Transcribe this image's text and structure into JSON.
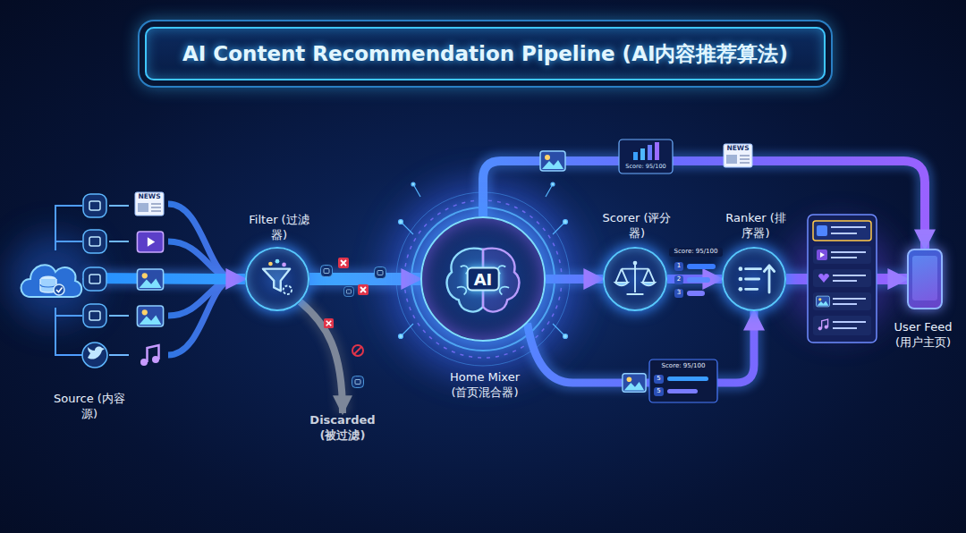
{
  "diagram": {
    "title": "AI Content Recommendation Pipeline (AI内容推荐算法)",
    "nodes": [
      {
        "text": [
          "Source (内容源)"
        ]
      },
      {
        "text": [
          "Filter (过滤器)"
        ]
      },
      {
        "text": [
          "Discarded (被过滤)"
        ]
      },
      {
        "text": [
          "AI",
          "Home Mixer (首页混合器)"
        ]
      },
      {
        "text": [
          "Scorer (评分器)"
        ]
      },
      {
        "text": [
          "Ranker (排序器)"
        ]
      },
      {
        "text": [
          "User Feed (用户主页)"
        ]
      }
    ],
    "edges": [
      {
        "from": 0,
        "to": 1,
        "arrow": "to"
      },
      {
        "from": 1,
        "to": 2,
        "arrow": "to"
      },
      {
        "from": 1,
        "to": 3,
        "arrow": "to"
      },
      {
        "from": 3,
        "to": 4,
        "arrow": "to"
      },
      {
        "from": 4,
        "to": 5,
        "arrow": "to"
      },
      {
        "from": 5,
        "to": 6,
        "arrow": "to"
      },
      {
        "from": 3,
        "to": 6,
        "arrow": "to"
      },
      {
        "from": 3,
        "to": 5,
        "arrow": "to"
      }
    ],
    "labels": [
      "NEWS",
      "NEWS",
      "Score: 95/100",
      "Score: 95/100",
      "1",
      "2",
      "3",
      "Score: 95/100",
      "5",
      "5"
    ]
  }
}
